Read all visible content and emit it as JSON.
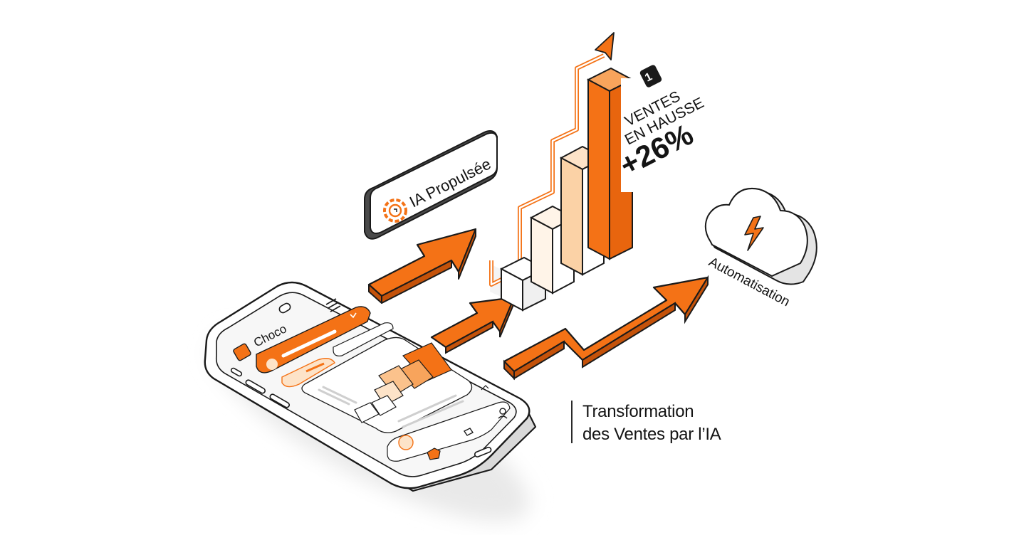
{
  "phone": {
    "app_name": "Choco"
  },
  "badge_ai": {
    "label": "IA Propulsée"
  },
  "sales_callout": {
    "number": "1",
    "line1": "VENTES",
    "line2": "EN HAUSSE",
    "value": "+26%"
  },
  "cloud": {
    "label": "Automatisation"
  },
  "caption": {
    "line1": "Transformation",
    "line2": "des Ventes par l’IA"
  },
  "colors": {
    "accent": "#F47216",
    "accent_dark": "#C4520A",
    "accent_light": "#FDE3C8",
    "outline": "#1A1A1A"
  }
}
